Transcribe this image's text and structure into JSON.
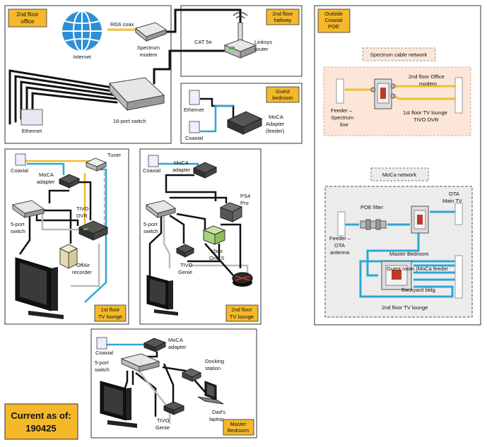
{
  "panels": {
    "office": {
      "tag": [
        "2nd floor",
        "office"
      ],
      "internet": "Internet",
      "rg6": "RG6 coax",
      "modem": [
        "Spectrum",
        "modem"
      ],
      "ethernet": "Ethernet",
      "switch": "16-port switch"
    },
    "hallway": {
      "tag": [
        "2nd floor",
        "hallway"
      ],
      "cat5e": "CAT 5e",
      "router": [
        "Linksys",
        "router"
      ]
    },
    "guest": {
      "tag": [
        "Guest",
        "bedroom"
      ],
      "ethernet": "Ethernet",
      "coaxial": "Coaxial",
      "moca": [
        "MoCA",
        "Adapter",
        "(feeder)"
      ]
    },
    "lounge1": {
      "tag": [
        "1st floor",
        "TV lounge"
      ],
      "coaxial": "Coaxial",
      "tuner": "Tuner",
      "moca": [
        "MoCA",
        "adapter"
      ],
      "switch": [
        "5-port",
        "switch"
      ],
      "tivo": [
        "TIVO",
        "DVR"
      ],
      "offair": [
        "OffAir",
        "recorder"
      ]
    },
    "lounge2": {
      "tag": [
        "2nd floor",
        "TV lounge"
      ],
      "coaxial": "Coaxial",
      "moca": [
        "MoCA",
        "adapter"
      ],
      "ps4": [
        "PS4",
        "Pro"
      ],
      "switch": [
        "5-port",
        "switch"
      ],
      "xbox": [
        "Xbox",
        "One S"
      ],
      "tivo": [
        "TIVO",
        "Genie"
      ]
    },
    "master": {
      "tag": [
        "Master",
        "Bedroom"
      ],
      "coaxial": "Coaxial",
      "moca": [
        "MoCA",
        "adapter"
      ],
      "switch": [
        "5-port",
        "switch"
      ],
      "dock": [
        "Docking",
        "station"
      ],
      "laptop": [
        "Dad's",
        "laptop"
      ],
      "tivo": [
        "TIVO",
        "Genie"
      ]
    },
    "outside": {
      "tag": [
        "Outside",
        "Coaxial",
        "POE"
      ],
      "spectrum_title": "Spectrum cable network",
      "feeder1": [
        "Feeder –",
        "Spectrum",
        "line"
      ],
      "office_modem": [
        "2nd floor Office",
        "modem"
      ],
      "lounge_tivo": [
        "1st floor TV lounge",
        "TIVO DVR"
      ],
      "moca_title": "MoCa network",
      "poe": "POE filter",
      "ota_main": [
        "OTA",
        "Main TV"
      ],
      "feeder2": [
        "Feeder –",
        "OTA",
        "antenna"
      ],
      "master_bedroom": "Master Bedroom",
      "guest_room": "Guest room (MoCa feeder",
      "backyard": "Backyard bldg.",
      "lounge2": "2nd floor TV lounge"
    }
  },
  "current": {
    "line1": "Current as of:",
    "line2": "190425"
  },
  "colors": {
    "tag_fill": "#f4b82a",
    "ethernet": "#111111",
    "coax_blue": "#2da6d6",
    "coax_yellow": "#f2be2c",
    "gray": "#b7b7b7",
    "spectrum_bg": "#fce6d9",
    "moca_bg": "#ececec",
    "internet": "#2e8fd6"
  }
}
